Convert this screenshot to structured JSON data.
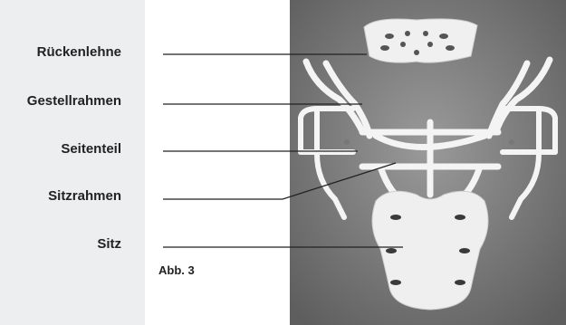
{
  "labels": {
    "backrest": "Rückenlehne",
    "frame": "Gestellrahmen",
    "side_part": "Seitenteil",
    "seat_frame": "Sitzrahmen",
    "seat": "Sitz"
  },
  "caption": "Abb. 3",
  "colors": {
    "panel": "#eceef0",
    "photo_bg": "#8a8a8a",
    "parts": "#f2f2f2",
    "leader": "#222222"
  }
}
